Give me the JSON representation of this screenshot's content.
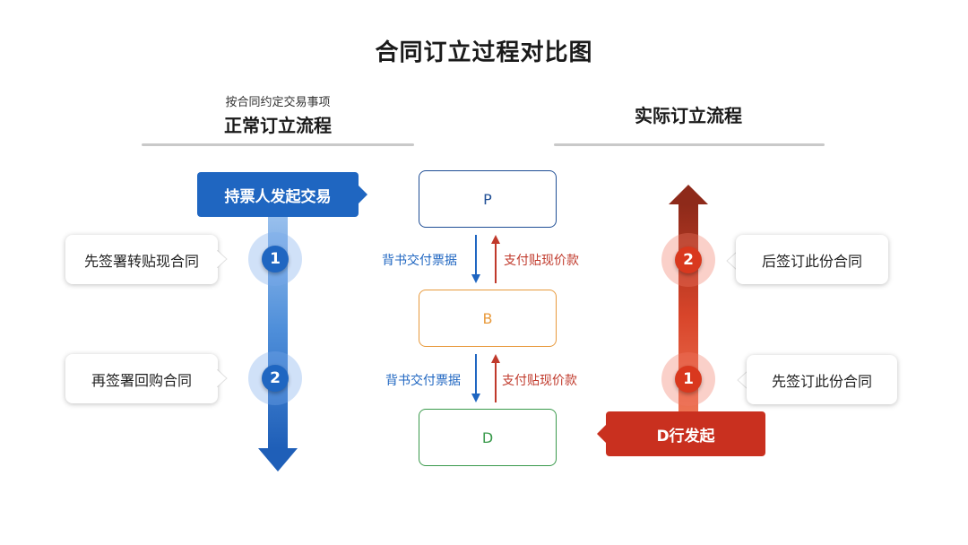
{
  "title": "合同订立过程对比图",
  "left": {
    "subheading": "按合同约定交易事项",
    "heading": "正常订立流程",
    "start_tag": "持票人发起交易",
    "steps": [
      {
        "num": "1",
        "text": "先签署转贴现合同"
      },
      {
        "num": "2",
        "text": "再签署回购合同"
      }
    ],
    "color": "#1f66c1"
  },
  "middle": {
    "nodes": [
      {
        "label": "P",
        "color": "#1f4e95"
      },
      {
        "label": "B",
        "color": "#e89a3c"
      },
      {
        "label": "D",
        "color": "#3a9a4c"
      }
    ],
    "flows": [
      {
        "down_label": "背书交付票据",
        "up_label": "支付贴现价款"
      },
      {
        "down_label": "背书交付票据",
        "up_label": "支付贴现价款"
      }
    ],
    "down_color": "#1f66c1",
    "up_color": "#c0392b"
  },
  "right": {
    "heading": "实际订立流程",
    "start_tag": "D行发起",
    "steps": [
      {
        "num": "2",
        "text": "后签订此份合同"
      },
      {
        "num": "1",
        "text": "先签订此份合同"
      }
    ],
    "color": "#d9381e"
  }
}
